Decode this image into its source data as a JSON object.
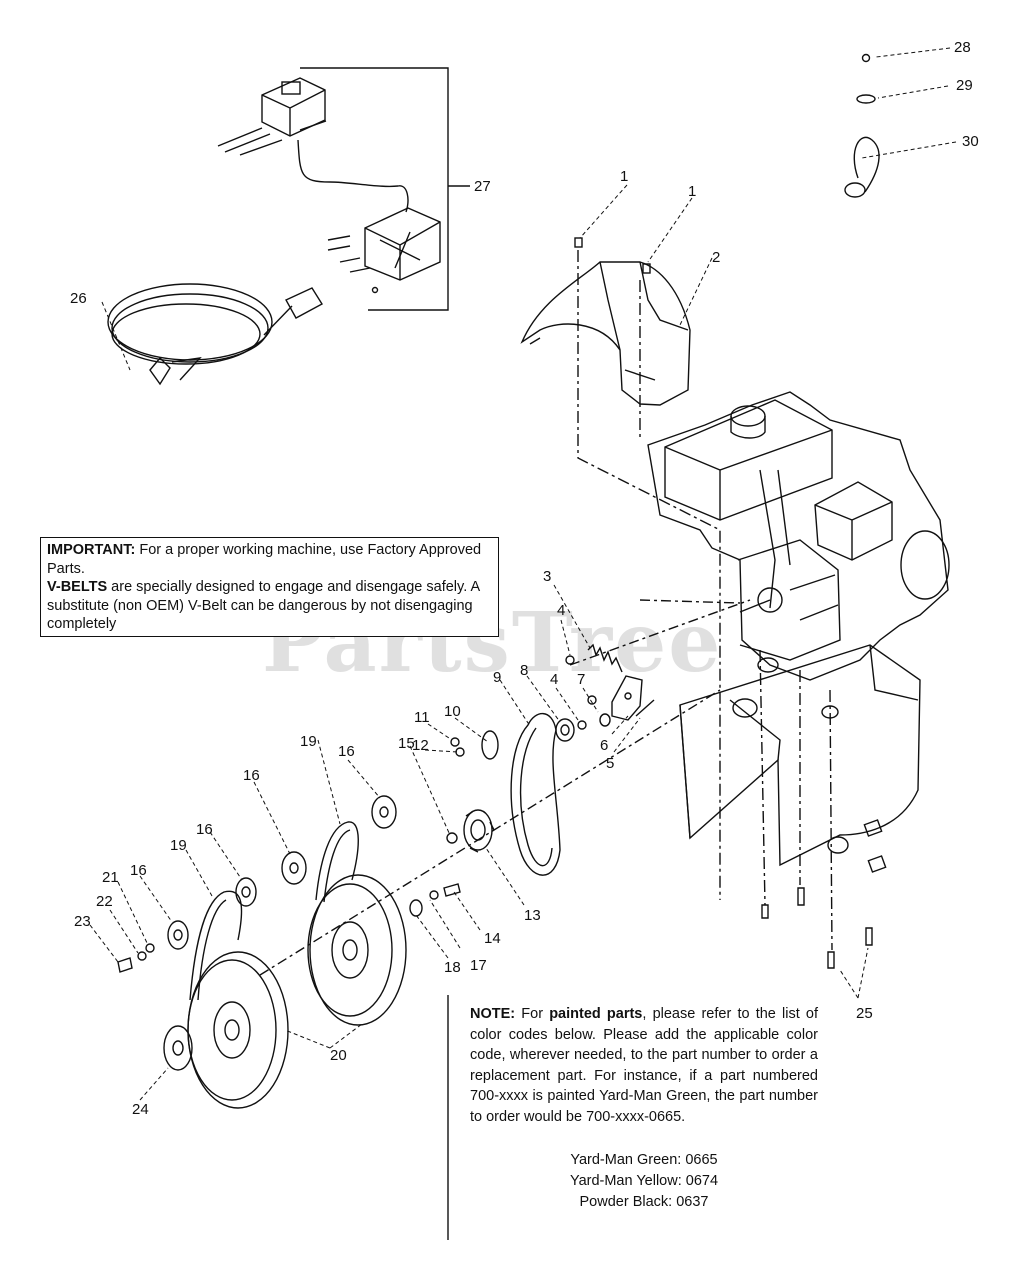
{
  "watermark": "PartsTree",
  "important": {
    "label1": "IMPORTANT:",
    "text1": " For  a proper working machine, use Factory Approved Parts.",
    "label2": "V-BELTS",
    "text2": "  are specially designed to engage and disengage safely.  A substitute (non OEM) V-Belt can be dangerous by not disengaging completely"
  },
  "note": {
    "label": "NOTE:",
    "text_a": " For ",
    "bold_b": "painted parts",
    "text_c": ", please refer to the list of color codes below.  Please add the applicable color code, wherever needed, to the part number to order a replacement part. For instance, if a part numbered 700-xxxx is painted Yard-Man Green, the part number to order would be 700-xxxx-0665."
  },
  "color_codes": [
    "Yard-Man Green: 0665",
    "Yard-Man Yellow: 0674",
    "Powder Black: 0637"
  ],
  "callouts": [
    {
      "id": "28",
      "text": "28"
    },
    {
      "id": "29",
      "text": "29"
    },
    {
      "id": "30",
      "text": "30"
    },
    {
      "id": "27",
      "text": "27"
    },
    {
      "id": "26",
      "text": "26"
    },
    {
      "id": "1a",
      "text": "1"
    },
    {
      "id": "1b",
      "text": "1"
    },
    {
      "id": "2",
      "text": "2"
    },
    {
      "id": "3",
      "text": "3"
    },
    {
      "id": "4a",
      "text": "4"
    },
    {
      "id": "8",
      "text": "8"
    },
    {
      "id": "4b",
      "text": "4"
    },
    {
      "id": "7",
      "text": "7"
    },
    {
      "id": "9",
      "text": "9"
    },
    {
      "id": "11",
      "text": "11"
    },
    {
      "id": "10",
      "text": "10"
    },
    {
      "id": "6",
      "text": "6"
    },
    {
      "id": "5",
      "text": "5"
    },
    {
      "id": "12",
      "text": "12"
    },
    {
      "id": "16a",
      "text": "16"
    },
    {
      "id": "19a",
      "text": "19"
    },
    {
      "id": "15",
      "text": "15"
    },
    {
      "id": "16b",
      "text": "16"
    },
    {
      "id": "16c",
      "text": "16"
    },
    {
      "id": "19b",
      "text": "19"
    },
    {
      "id": "21",
      "text": "21"
    },
    {
      "id": "16d",
      "text": "16"
    },
    {
      "id": "22",
      "text": "22"
    },
    {
      "id": "23",
      "text": "23"
    },
    {
      "id": "13",
      "text": "13"
    },
    {
      "id": "14",
      "text": "14"
    },
    {
      "id": "18",
      "text": "18"
    },
    {
      "id": "17",
      "text": "17"
    },
    {
      "id": "20",
      "text": "20"
    },
    {
      "id": "24",
      "text": "24"
    },
    {
      "id": "25",
      "text": "25"
    }
  ]
}
